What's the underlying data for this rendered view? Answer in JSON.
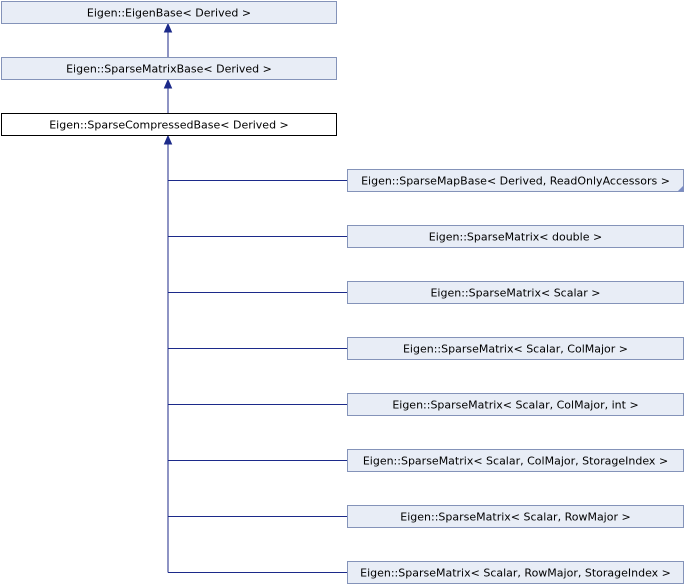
{
  "diagram": {
    "nodes": [
      {
        "id": "eigen-base",
        "label": "Eigen::EigenBase< Derived >",
        "current": false,
        "truncated": false
      },
      {
        "id": "sparse-matrix-base",
        "label": "Eigen::SparseMatrixBase< Derived >",
        "current": false,
        "truncated": false
      },
      {
        "id": "sparse-compressed-base",
        "label": "Eigen::SparseCompressedBase< Derived >",
        "current": true,
        "truncated": false
      },
      {
        "id": "sparse-map-base",
        "label": "Eigen::SparseMapBase< Derived, ReadOnlyAccessors >",
        "current": false,
        "truncated": true
      },
      {
        "id": "sparse-matrix-double",
        "label": "Eigen::SparseMatrix< double >",
        "current": false,
        "truncated": false
      },
      {
        "id": "sparse-matrix-scalar",
        "label": "Eigen::SparseMatrix< Scalar >",
        "current": false,
        "truncated": false
      },
      {
        "id": "sparse-matrix-scalar-colmajor",
        "label": "Eigen::SparseMatrix< Scalar, ColMajor >",
        "current": false,
        "truncated": false
      },
      {
        "id": "sparse-matrix-scalar-colmajor-int",
        "label": "Eigen::SparseMatrix< Scalar, ColMajor, int >",
        "current": false,
        "truncated": false
      },
      {
        "id": "sparse-matrix-scalar-colmajor-storageindex",
        "label": "Eigen::SparseMatrix< Scalar, ColMajor, StorageIndex >",
        "current": false,
        "truncated": false
      },
      {
        "id": "sparse-matrix-scalar-rowmajor",
        "label": "Eigen::SparseMatrix< Scalar, RowMajor >",
        "current": false,
        "truncated": false
      },
      {
        "id": "sparse-matrix-scalar-rowmajor-storageindex",
        "label": "Eigen::SparseMatrix< Scalar, RowMajor, StorageIndex >",
        "current": false,
        "truncated": false
      }
    ],
    "edges": [
      {
        "from": "sparse-matrix-base",
        "to": "eigen-base"
      },
      {
        "from": "sparse-compressed-base",
        "to": "sparse-matrix-base"
      },
      {
        "from": "sparse-map-base",
        "to": "sparse-compressed-base"
      },
      {
        "from": "sparse-matrix-double",
        "to": "sparse-compressed-base"
      },
      {
        "from": "sparse-matrix-scalar",
        "to": "sparse-compressed-base"
      },
      {
        "from": "sparse-matrix-scalar-colmajor",
        "to": "sparse-compressed-base"
      },
      {
        "from": "sparse-matrix-scalar-colmajor-int",
        "to": "sparse-compressed-base"
      },
      {
        "from": "sparse-matrix-scalar-colmajor-storageindex",
        "to": "sparse-compressed-base"
      },
      {
        "from": "sparse-matrix-scalar-rowmajor",
        "to": "sparse-compressed-base"
      },
      {
        "from": "sparse-matrix-scalar-rowmajor-storageindex",
        "to": "sparse-compressed-base"
      }
    ],
    "colors": {
      "node_fill": "#e8edf6",
      "node_border": "#8493b9",
      "current_fill": "#ffffff",
      "current_border": "#000000",
      "edge": "#1c2a8a"
    }
  }
}
